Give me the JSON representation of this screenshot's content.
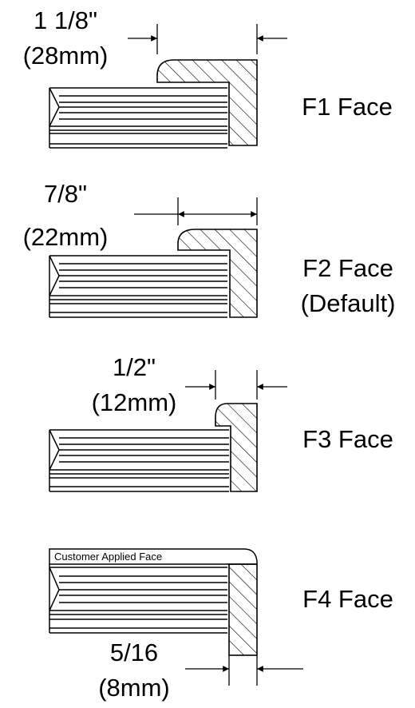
{
  "sections": [
    {
      "dim_inch": "1 1/8\"",
      "dim_mm": "(28mm)",
      "face_label": "F1 Face",
      "face_sublabel": ""
    },
    {
      "dim_inch": "7/8\"",
      "dim_mm": "(22mm)",
      "face_label": "F2 Face",
      "face_sublabel": "(Default)"
    },
    {
      "dim_inch": "1/2\"",
      "dim_mm": "(12mm)",
      "face_label": "F3 Face",
      "face_sublabel": ""
    },
    {
      "dim_inch": "5/16",
      "dim_mm": "(8mm)",
      "face_label": "F4 Face",
      "face_sublabel": "",
      "applied_face_label": "Customer Applied Face"
    }
  ]
}
